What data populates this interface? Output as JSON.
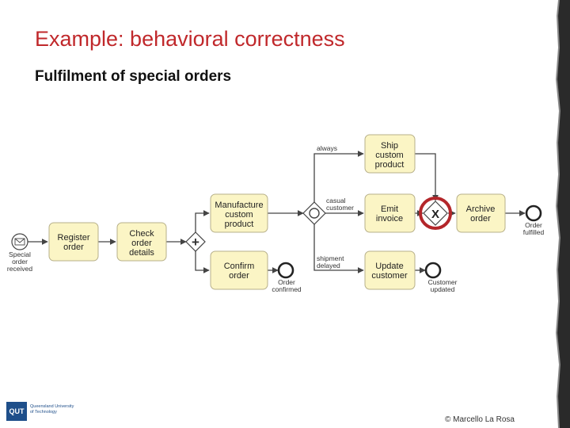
{
  "slide": {
    "title": "Example: behavioral correctness",
    "subtitle": "Fulfilment of special orders",
    "copyright": "© Marcello La Rosa",
    "logo": {
      "mark": "QUT",
      "line1": "Queensland University",
      "line2": "of Technology"
    }
  },
  "diagram": {
    "start_event": {
      "label": [
        "Special",
        "order",
        "received"
      ],
      "icon": "envelope-icon"
    },
    "tasks": {
      "register": [
        "Register",
        "order"
      ],
      "check": [
        "Check",
        "order",
        "details"
      ],
      "manufacture": [
        "Manufacture",
        "custom",
        "product"
      ],
      "confirm": [
        "Confirm",
        "order"
      ],
      "ship": [
        "Ship",
        "custom",
        "product"
      ],
      "emit": [
        "Emit",
        "invoice"
      ],
      "update": [
        "Update",
        "customer"
      ],
      "archive": [
        "Archive",
        "order"
      ]
    },
    "gateways": {
      "and_split": "+",
      "or_split": "circle-icon",
      "xor_join": "X"
    },
    "flow_labels": {
      "always": "always",
      "casual": [
        "casual",
        "customer"
      ],
      "shipment": [
        "shipment",
        "delayed"
      ]
    },
    "end_events": {
      "order_confirmed": [
        "Order",
        "confirmed"
      ],
      "customer_updated": [
        "Customer",
        "updated"
      ],
      "order_fulfilled": [
        "Order",
        "fulfilled"
      ]
    },
    "highlight_color": "#b3262a"
  }
}
